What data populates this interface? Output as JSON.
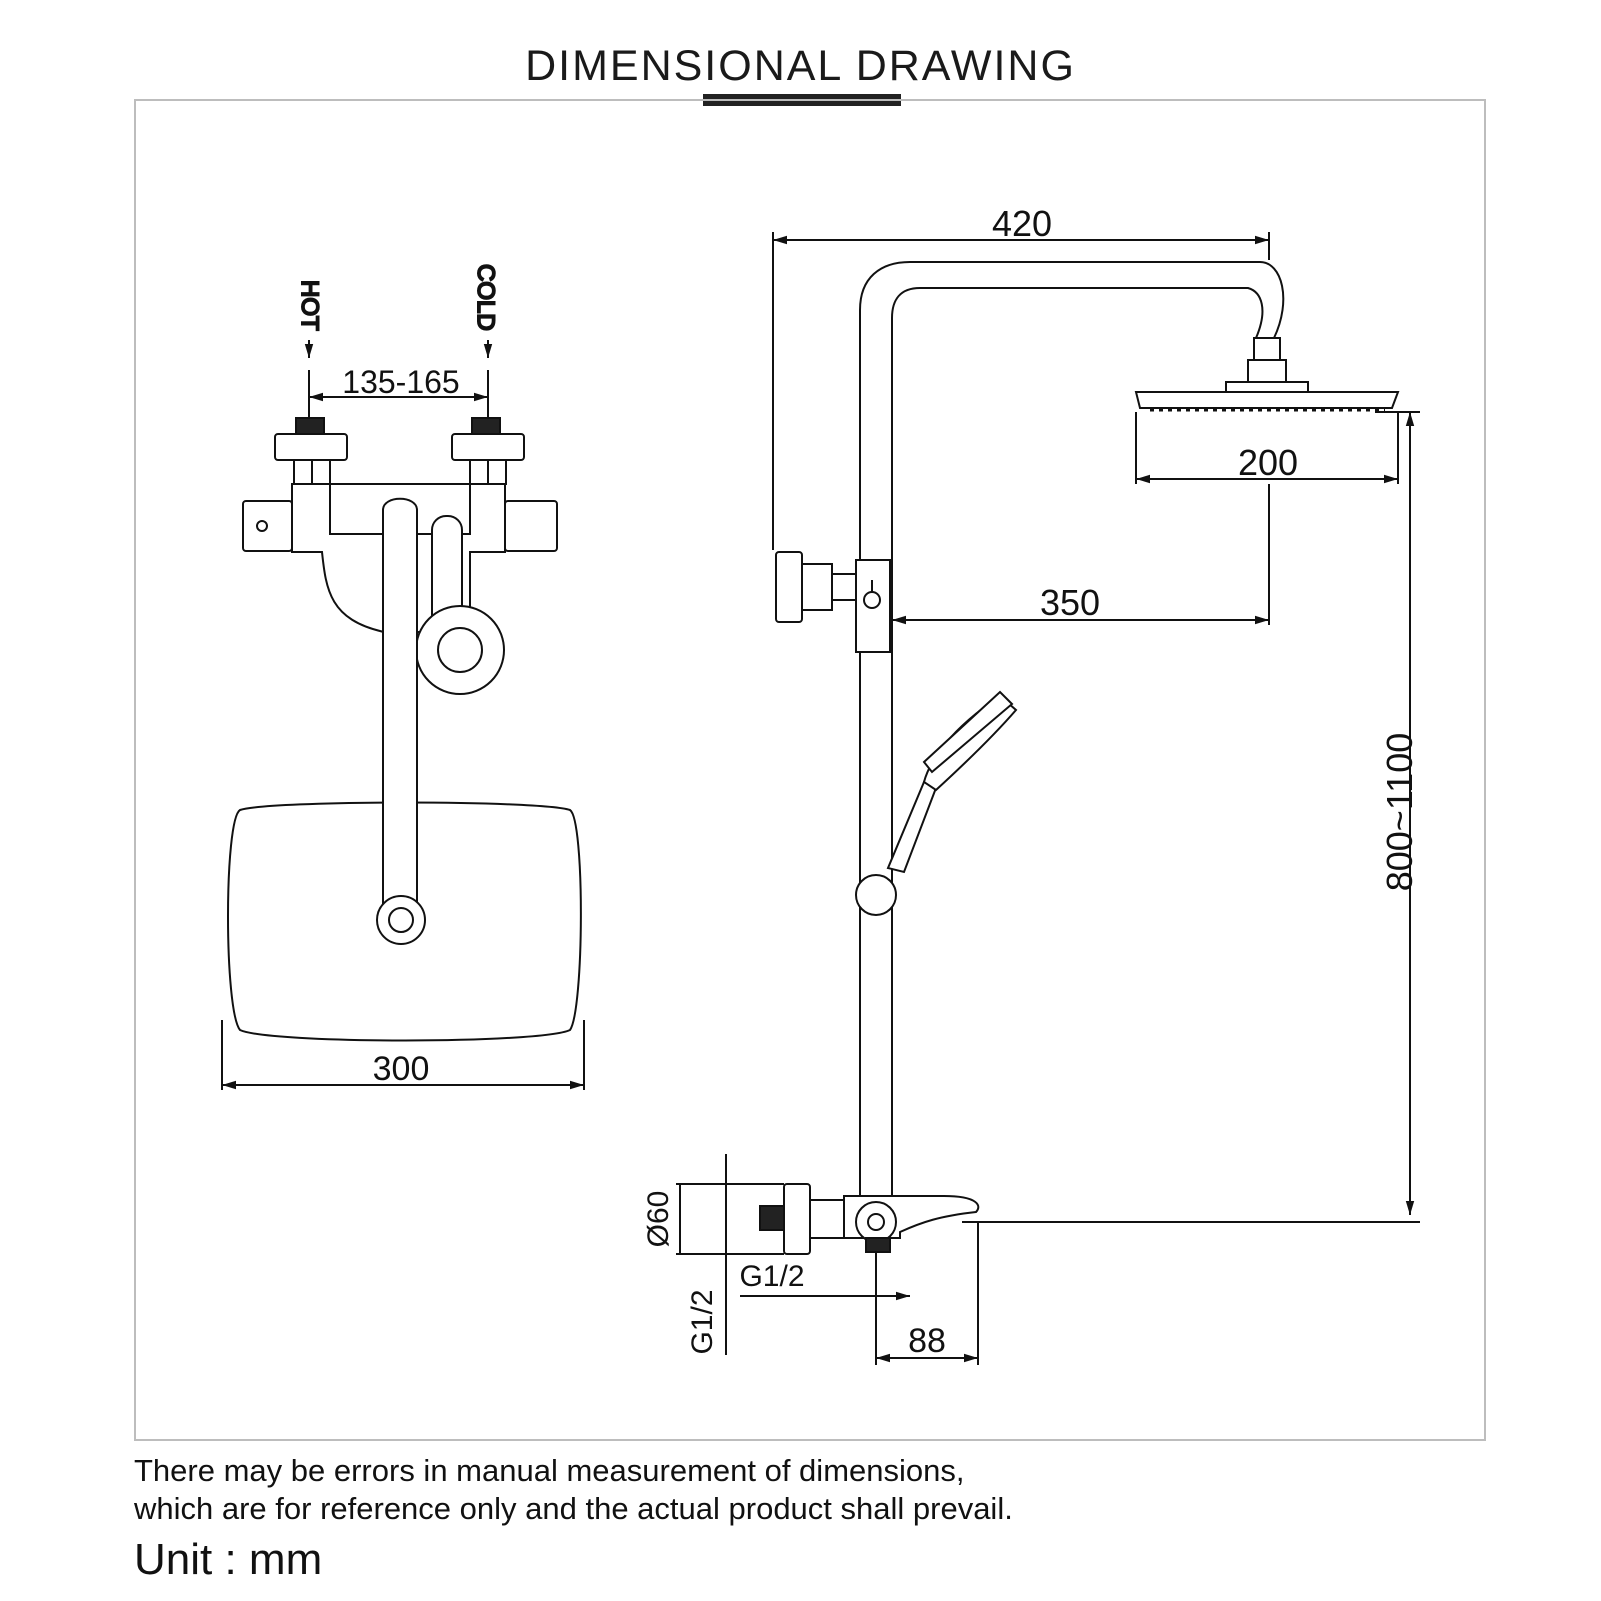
{
  "title": "DIMENSIONAL DRAWING",
  "labels": {
    "hot": "HOT",
    "cold": "COLD",
    "inlet_spacing": "135-165",
    "backplate_width": "300",
    "overall_reach": "420",
    "head_diameter": "200",
    "arm_length": "350",
    "height_range": "800~1100",
    "diameter_60": "Ø60",
    "thread_h": "G1/2",
    "thread_v": "G1/2",
    "outlet_offset": "88"
  },
  "note": {
    "line1": "There may be errors in manual measurement of dimensions,",
    "line2": "which are for reference only and the actual product shall prevail."
  },
  "unit": "Unit : mm"
}
